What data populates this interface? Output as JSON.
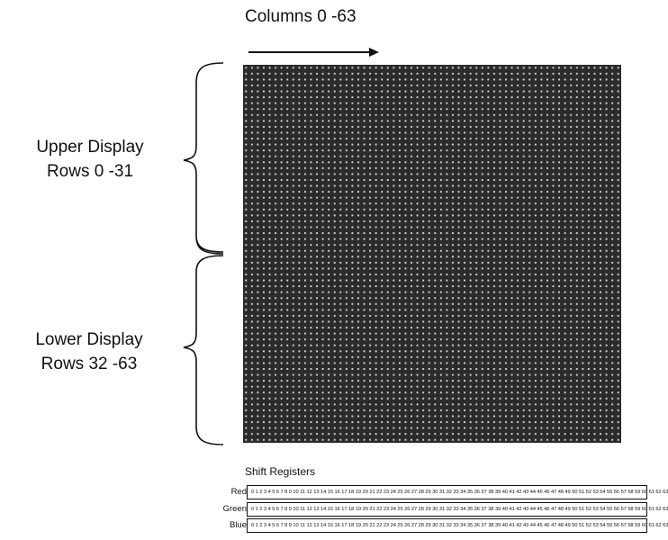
{
  "columns_label": "Columns 0 -63",
  "upper_display": {
    "line1": "Upper Display",
    "line2": "Rows 0 -31"
  },
  "lower_display": {
    "line1": "Lower Display",
    "line2": "Rows 32 -63"
  },
  "shift_registers": {
    "title": "Shift Registers",
    "rows": [
      {
        "name": "Red",
        "bits": "0 1 2 3 4 5 6 7 8 9 10 11 12 13 14 15 16 17 18 19 20 21 22 23 24 25 26 27 28 29 30 31 32 33 34 35 36 37 38 39 40 41 42 43 44 45 46 47 48 49 50 51 52 53 54 55 56 57 58 59 60 61 62 63"
      },
      {
        "name": "Green",
        "bits": "0 1 2 3 4 5 6 7 8 9 10 11 12 13 14 15 16 17 18 19 20 21 22 23 24 25 26 27 28 29 30 31 32 33 34 35 36 37 38 39 40 41 42 43 44 45 46 47 48 49 50 51 52 53 54 55 56 57 58 59 60 61 62 63"
      },
      {
        "name": "Blue",
        "bits": "0 1 2 3 4 5 6 7 8 9 10 11 12 13 14 15 16 17 18 19 20 21 22 23 24 25 26 27 28 29 30 31 32 33 34 35 36 37 38 39 40 41 42 43 44 45 46 47 48 49 50 51 52 53 54 55 56 57 58 59 60 61 62 63"
      }
    ]
  }
}
